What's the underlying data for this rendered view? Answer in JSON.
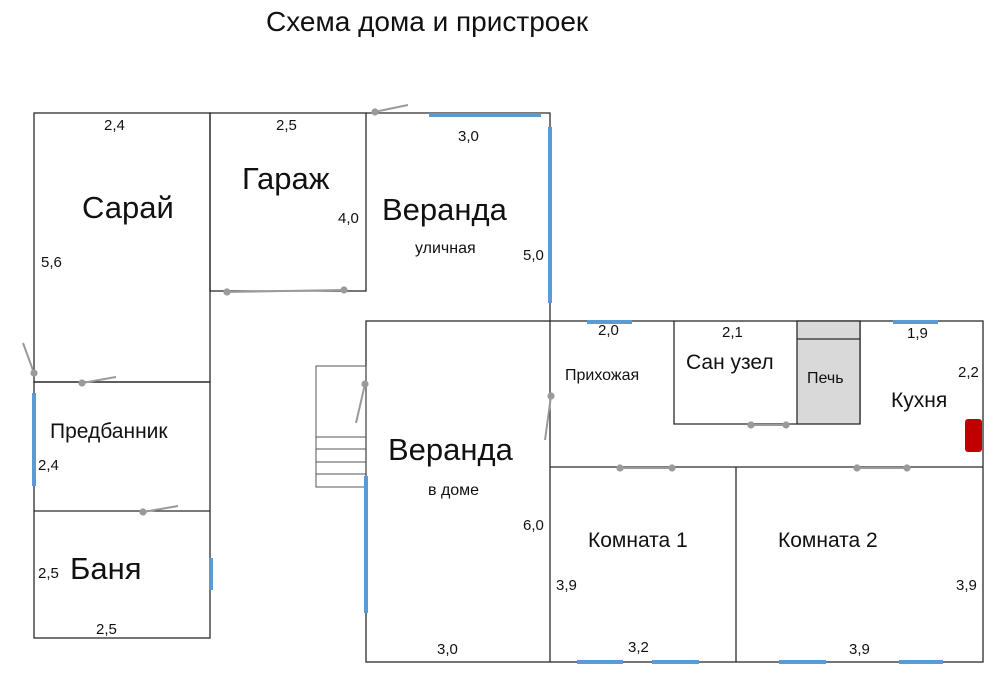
{
  "title": "Схема дома и пристроек",
  "rooms": {
    "saray": "Сарай",
    "garage": "Гараж",
    "veranda_top": "Веранда",
    "veranda_top_sub": "уличная",
    "predbannik": "Предбанник",
    "banya": "Баня",
    "veranda_bottom": "Веранда",
    "veranda_bottom_sub": "в доме",
    "prikhozhaya": "Прихожая",
    "san_uzel": "Сан узел",
    "pech": "Печь",
    "kukhnya": "Кухня",
    "komnata1": "Комната 1",
    "komnata2": "Комната 2"
  },
  "dimensions": {
    "saray_width": "2,4",
    "saray_height": "5,6",
    "garage_width": "2,5",
    "garage_height": "4,0",
    "veranda_top_width": "3,0",
    "veranda_top_height": "5,0",
    "predbannik_height": "2,4",
    "banya_height": "2,5",
    "banya_width": "2,5",
    "prikhozhaya_width": "2,0",
    "san_uzel_width": "2,1",
    "kukhnya_width": "1,9",
    "kukhnya_height": "2,2",
    "veranda_bottom_height": "6,0",
    "veranda_bottom_width": "3,0",
    "komnata1_height": "3,9",
    "komnata1_width": "3,2",
    "komnata2_width": "3,9",
    "komnata2_height": "3,9"
  },
  "colors": {
    "wall": "#2b2b2b",
    "window": "#5b9bd5",
    "door": "#9a9a9a",
    "stove_fill": "#d9d9d9",
    "radiator": "#c00000"
  }
}
